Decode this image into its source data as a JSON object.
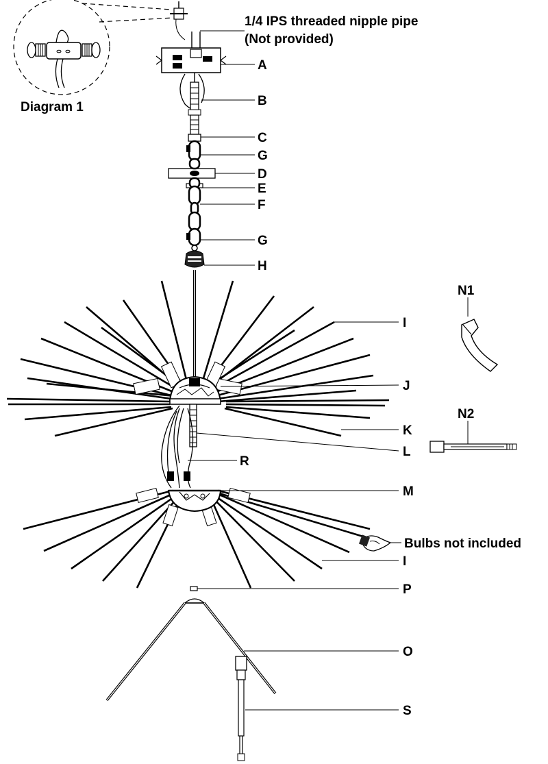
{
  "header": {
    "pipe_line1": "1/4 IPS threaded nipple pipe",
    "pipe_line2": "(Not provided)"
  },
  "inset": {
    "caption": "Diagram 1"
  },
  "labels": {
    "a": "A",
    "b": "B",
    "c": "C",
    "g1": "G",
    "d": "D",
    "e": "E",
    "f": "F",
    "g2": "G",
    "h": "H",
    "i1": "I",
    "j": "J",
    "k": "K",
    "l": "L",
    "r": "R",
    "m": "M",
    "bulbs": "Bulbs not included",
    "i2": "I",
    "p": "P",
    "o": "O",
    "s": "S",
    "n1": "N1",
    "n2": "N2"
  }
}
